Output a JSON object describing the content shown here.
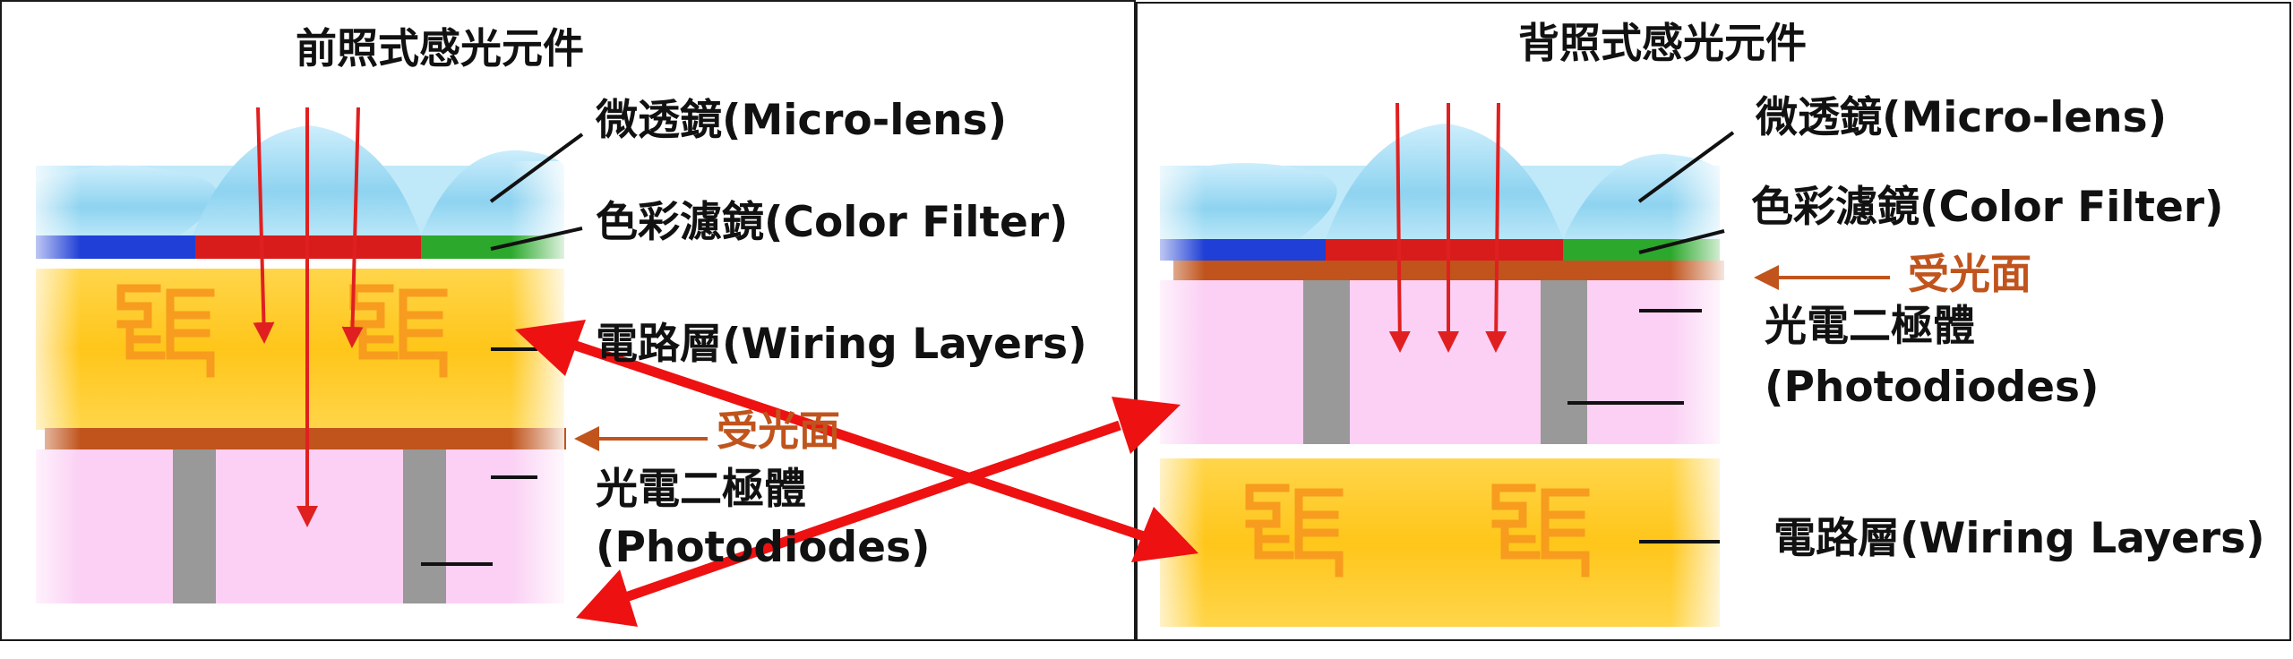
{
  "front": {
    "title": "前照式感光元件",
    "microlens": "微透鏡(Micro-lens)",
    "color_filter": "色彩濾鏡(Color Filter)",
    "wiring": "電路層(Wiring Layers)",
    "light_face": "受光面",
    "photodiode_line1": "光電二極體",
    "photodiode_line2": "(Photodiodes)"
  },
  "back": {
    "title": "背照式感光元件",
    "microlens": "微透鏡(Micro-lens)",
    "color_filter": "色彩濾鏡(Color Filter)",
    "light_face": "受光面",
    "photodiode_line1": "光電二極體",
    "photodiode_line2": "(Photodiodes)",
    "wiring": "電路層(Wiring Layers)"
  },
  "colors": {
    "light_ray": "#e02020",
    "swap_arrow": "#ee1111",
    "light_face": "#c0541c",
    "wiring": "#ffc61a",
    "circuit": "#f79a1e",
    "photodiode": "#fbd0f4",
    "filter_blue": "#1f3fd6",
    "filter_red": "#d81c1c",
    "filter_green": "#2ca82c",
    "lens": "#8ed3f0"
  }
}
